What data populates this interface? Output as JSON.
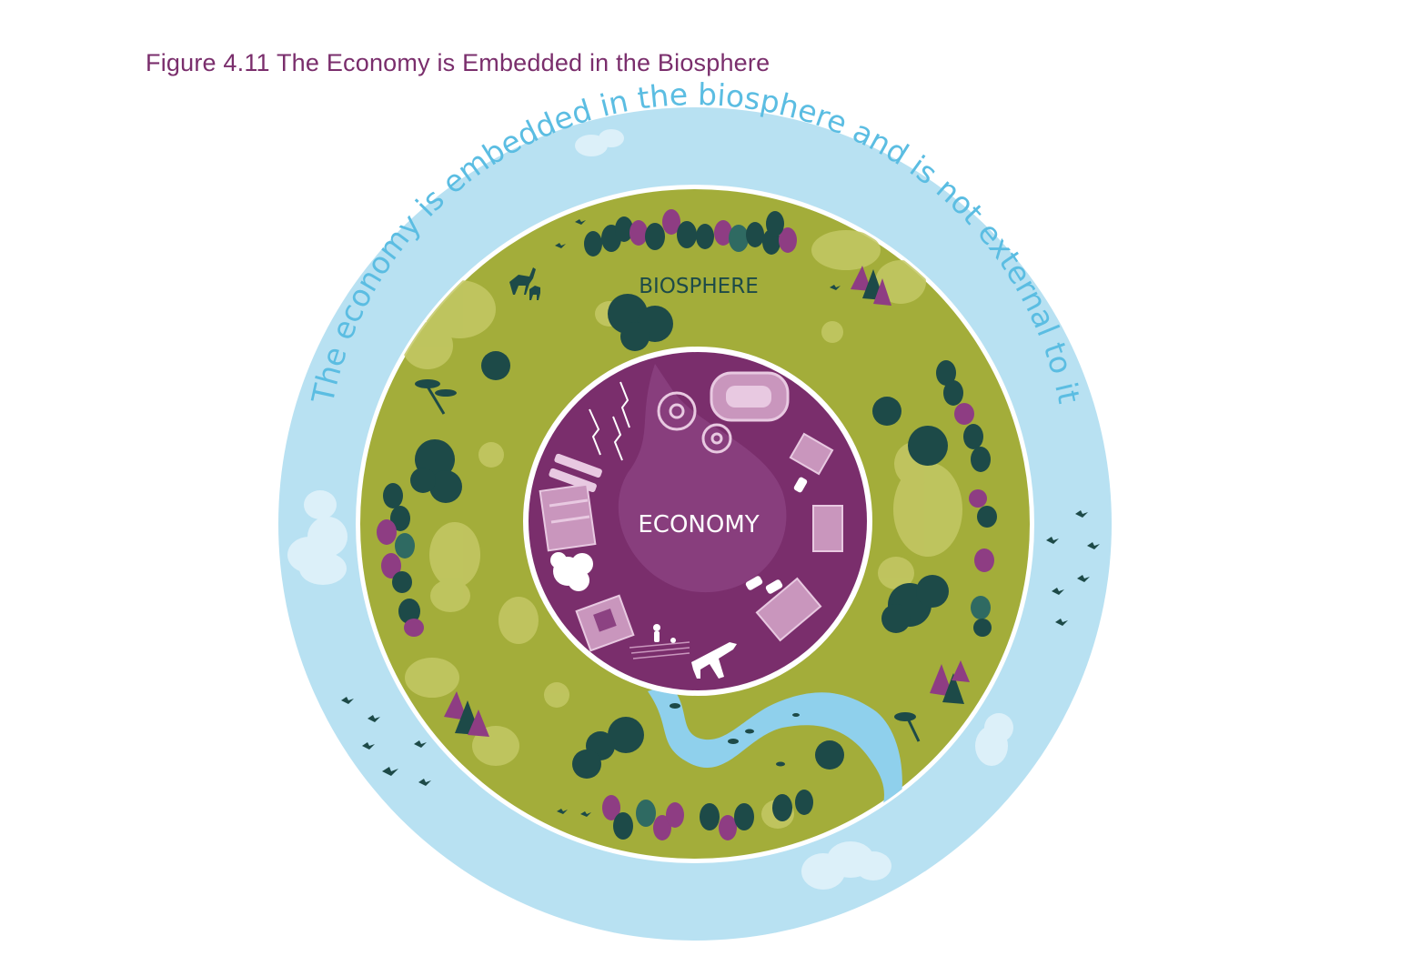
{
  "figure": {
    "title": "Figure 4.11 The Economy is Embedded in the Biosphere"
  },
  "rings": {
    "outer_text": "The economy is embedded in the biosphere and is not external to it",
    "biosphere_label": "BIOSPHERE",
    "economy_label": "ECONOMY"
  },
  "colors": {
    "title": "#7a2e6c",
    "sky_ring": "#b8e1f2",
    "sky_text": "#5bbde2",
    "biosphere": "#a3ad3a",
    "economy": "#7a2e6c",
    "trees_dark": "#1d4a48",
    "trees_purple": "#8e3d83",
    "river": "#8fd0ec"
  },
  "icons": [
    "tree-icon",
    "bush-icon",
    "deer-icon",
    "bird-icon",
    "fish-icon",
    "cloud-icon",
    "factory-icon",
    "gear-icon",
    "car-icon",
    "truck-icon",
    "house-icon",
    "airplane-icon",
    "lightning-icon",
    "person-icon"
  ]
}
